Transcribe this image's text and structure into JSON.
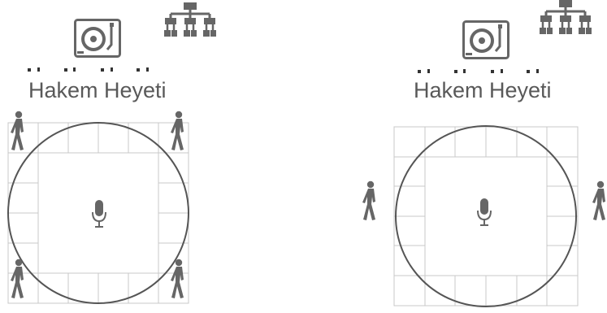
{
  "panels": [
    {
      "id": "panel-left",
      "label": "Hakem Heyeti",
      "icons": [
        "turntable-icon",
        "org-chart-icon",
        "microphone-icon"
      ],
      "people": [
        "walking-person-icon",
        "walking-person-icon",
        "walking-person-icon",
        "walking-person-icon"
      ]
    },
    {
      "id": "panel-right",
      "label": "Hakem Heyeti",
      "icons": [
        "turntable-icon",
        "org-chart-icon",
        "microphone-icon"
      ],
      "people": [
        "walking-person-icon",
        "walking-person-icon"
      ]
    }
  ],
  "colors": {
    "grid_line": "#c8c8c8",
    "circle": "#555555",
    "icon": "#666666",
    "label": "#595959"
  }
}
